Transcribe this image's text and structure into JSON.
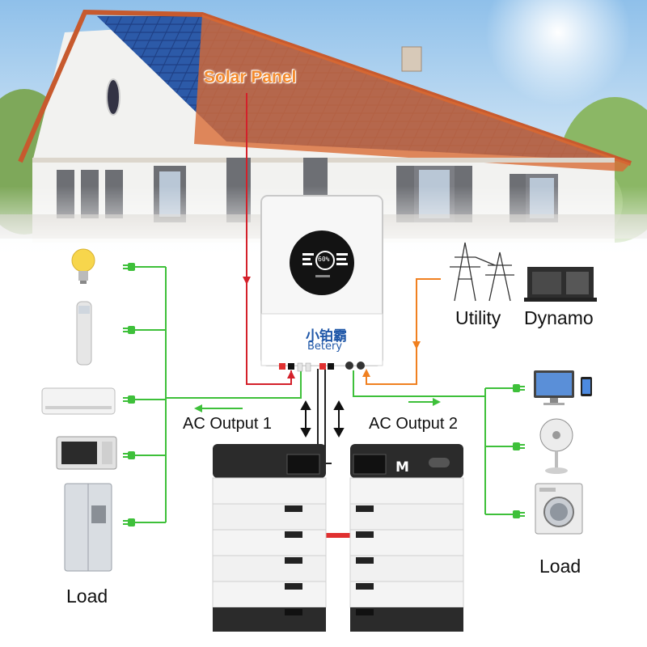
{
  "labels": {
    "solar_panel": "Solar Panel",
    "utility": "Utility",
    "dynamo": "Dynamo",
    "ac_output_1": "AC Output 1",
    "ac_output_2": "AC Output 2",
    "load_left": "Load",
    "load_right": "Load"
  },
  "inverter": {
    "brand_cn": "小铂霸",
    "brand_en": "Betery",
    "display": "60%"
  },
  "battery": {
    "logo": "M"
  },
  "colors": {
    "solar_line": "#d4202a",
    "grid_line": "#f08020",
    "output_line": "#3ec03a",
    "battery_link": "#e03030",
    "label_accent": "#f28a2e"
  },
  "icons": {
    "left_loads": [
      "light-bulb-icon",
      "air-purifier-icon",
      "air-conditioner-icon",
      "microwave-icon",
      "refrigerator-icon"
    ],
    "right_loads": [
      "computer-icon",
      "fan-icon",
      "washing-machine-icon"
    ],
    "sources": [
      "transmission-tower-icon",
      "generator-icon"
    ]
  }
}
